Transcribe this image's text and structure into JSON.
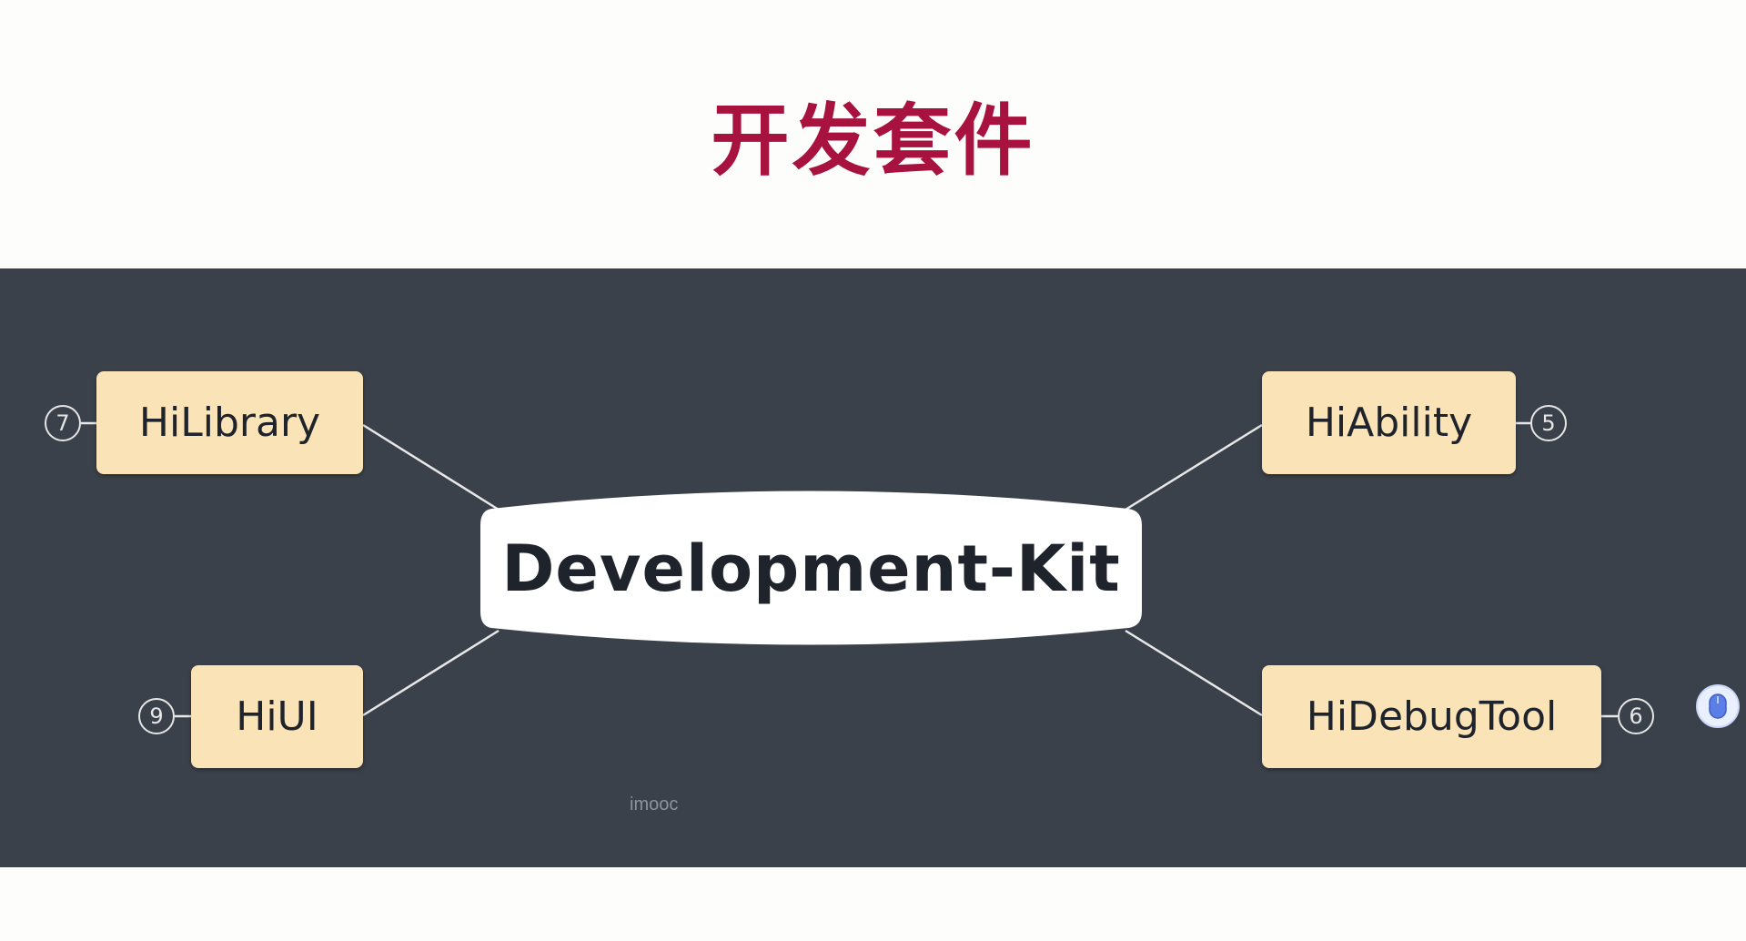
{
  "slide": {
    "title": "开发套件",
    "watermark": "imooc"
  },
  "colors": {
    "title": "#a8123f",
    "panel_background": "#3b414a",
    "node_fill": "#fae3b7",
    "node_text": "#1f242c",
    "center_fill": "#ffffff",
    "connector": "#e8e8e8",
    "marker_text": "#e6e6e6",
    "watermark": "#8d939a"
  },
  "mindmap": {
    "center": {
      "label": "Development-Kit"
    },
    "branches": [
      {
        "id": "hilibrary",
        "label": "HiLibrary",
        "marker": "7"
      },
      {
        "id": "hiability",
        "label": "HiAbility",
        "marker": "5"
      },
      {
        "id": "hiui",
        "label": "HiUI",
        "marker": "9"
      },
      {
        "id": "hidebugtool",
        "label": "HiDebugTool",
        "marker": "6"
      }
    ]
  },
  "overlay": {
    "icon": "mouse-icon"
  }
}
